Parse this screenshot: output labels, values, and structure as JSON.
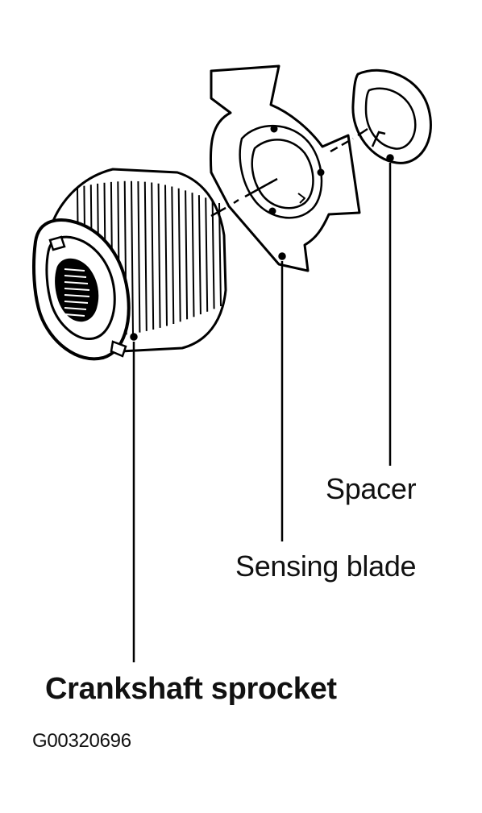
{
  "labels": {
    "spacer": "Spacer",
    "sensing_blade": "Sensing blade",
    "crankshaft_sprocket": "Crankshaft sprocket"
  },
  "figure_code": "G00320696",
  "colors": {
    "ink": "#000000",
    "paper": "#ffffff"
  },
  "gear": {
    "teeth": 22
  }
}
